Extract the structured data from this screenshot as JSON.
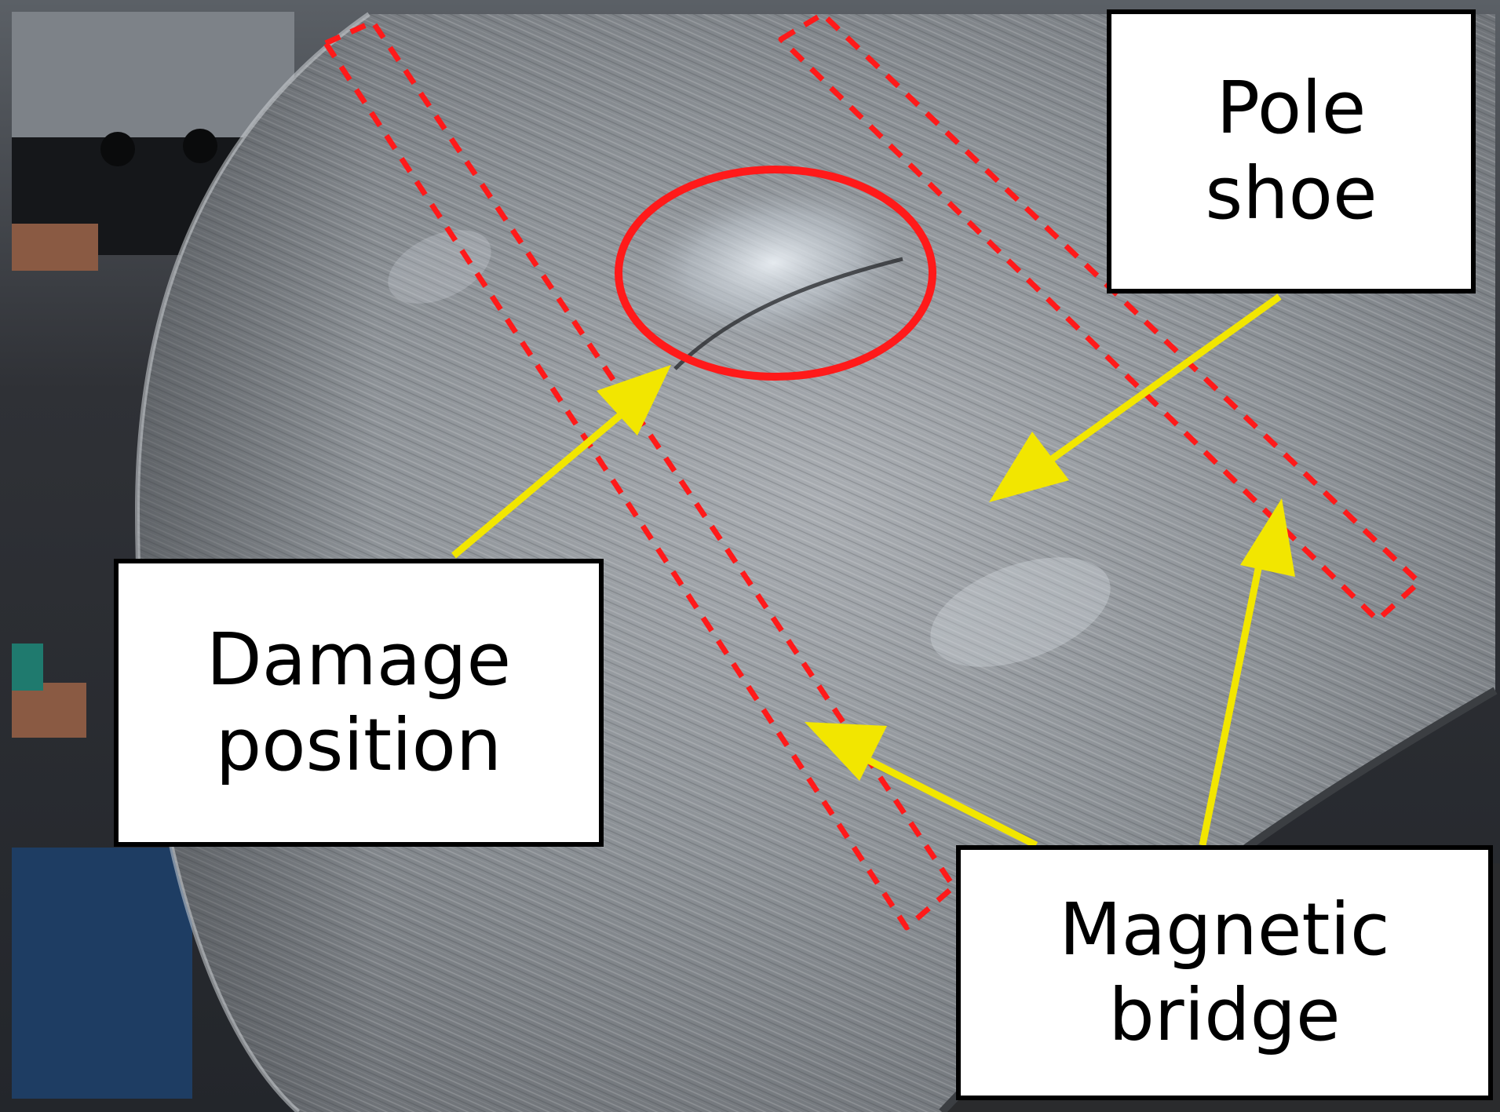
{
  "labels": {
    "pole_shoe": {
      "line1": "Pole",
      "line2": "shoe"
    },
    "damage_position": {
      "line1": "Damage",
      "line2": "position"
    },
    "magnetic_bridge": {
      "line1": "Magnetic",
      "line2": "bridge"
    }
  },
  "colors": {
    "highlight": "#ff1a1a",
    "arrow": "#f2e600",
    "surface": "#8a8e93",
    "label_border": "#000000"
  },
  "icons": {
    "damage_marker": "circle-outline",
    "region_marker": "dashed-rectangle",
    "pointer": "arrow"
  }
}
